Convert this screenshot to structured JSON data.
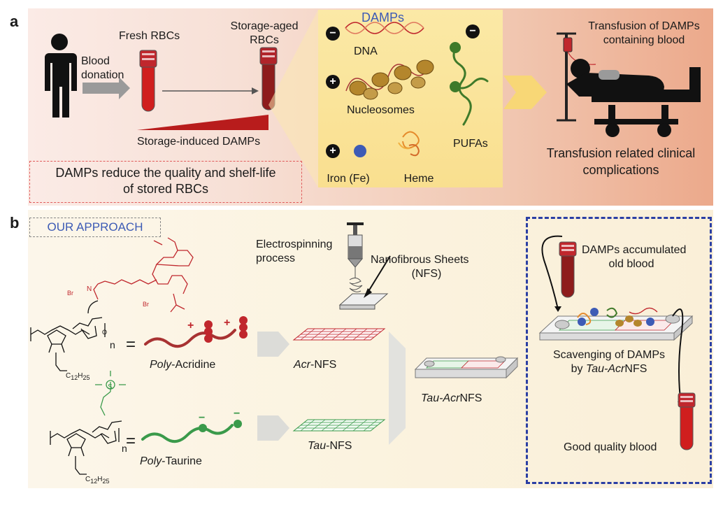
{
  "panel_a": {
    "letter": "a",
    "blood_donation": [
      "Blood",
      "donation"
    ],
    "fresh_rbcs": "Fresh RBCs",
    "storage_aged": [
      "Storage-aged",
      "RBCs"
    ],
    "storage_induced": "Storage-induced DAMPs",
    "damps_quality_note": [
      "DAMPs reduce the quality and shelf-life",
      "of stored RBCs"
    ],
    "damps_title": "DAMPs",
    "dna": "DNA",
    "nucleosomes": "Nucleosomes",
    "iron": "Iron (Fe)",
    "heme": "Heme",
    "pufas": "PUFAs",
    "transfusion_of": [
      "Transfusion of DAMPs",
      "containing blood"
    ],
    "complications": [
      "Transfusion related clinical",
      "complications"
    ],
    "charge_minus": "−",
    "charge_plus": "+"
  },
  "panel_b": {
    "letter": "b",
    "our_approach": "OUR APPROACH",
    "electrospinning": [
      "Electrospinning",
      "process"
    ],
    "nanofibrous": [
      "Nanofibrous Sheets",
      "(NFS)"
    ],
    "poly_prefix": "Poly",
    "acridine_suffix": "-Acridine",
    "taurine_suffix": "-Taurine",
    "acr_prefix": "Acr",
    "tau_prefix": "Tau",
    "nfs_suffix": "-NFS",
    "tau_acr_prefix": "Tau-Acr",
    "tau_acr_suffix": "NFS",
    "equals": "=",
    "n_sub": "n",
    "chem_br1": "Br",
    "chem_br2": "Br",
    "chem_n": "N",
    "chem_plus": "+",
    "chem_o": "O",
    "chem_c12": "C",
    "chem_c12_sub": "12",
    "chem_h25": "H",
    "chem_h25_sub": "25",
    "chem_so3": "S",
    "damps_accumulated": [
      "DAMPs accumulated",
      "old blood"
    ],
    "scavenging": "Scavenging of DAMPs",
    "by_prefix": "by ",
    "by_italic": "Tau-Acr",
    "by_suffix": "NFS",
    "good_quality": "Good quality blood"
  },
  "colors": {
    "red_accent": "#c0272d",
    "green_accent": "#3a9a4a",
    "blue_border": "#2b3fa4",
    "damps_blue": "#3d5bb5"
  }
}
